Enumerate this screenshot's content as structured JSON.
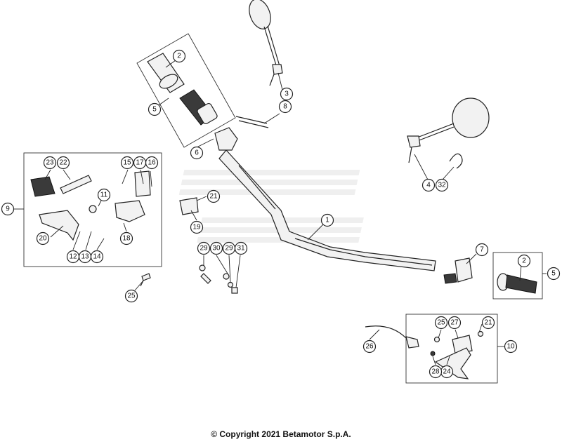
{
  "footer": {
    "copyright": "© Copyright 2021 Betamotor S.p.A."
  },
  "callouts": [
    {
      "id": "c1",
      "label": "1"
    },
    {
      "id": "c2a",
      "label": "2"
    },
    {
      "id": "c2b",
      "label": "2"
    },
    {
      "id": "c3",
      "label": "3"
    },
    {
      "id": "c4",
      "label": "4"
    },
    {
      "id": "c5a",
      "label": "5"
    },
    {
      "id": "c5b",
      "label": "5"
    },
    {
      "id": "c6",
      "label": "6"
    },
    {
      "id": "c7",
      "label": "7"
    },
    {
      "id": "c8",
      "label": "8"
    },
    {
      "id": "c9",
      "label": "9"
    },
    {
      "id": "c10",
      "label": "10"
    },
    {
      "id": "c11",
      "label": "11"
    },
    {
      "id": "c12",
      "label": "12"
    },
    {
      "id": "c13",
      "label": "13"
    },
    {
      "id": "c14",
      "label": "14"
    },
    {
      "id": "c15",
      "label": "15"
    },
    {
      "id": "c16",
      "label": "16"
    },
    {
      "id": "c17",
      "label": "17"
    },
    {
      "id": "c18",
      "label": "18"
    },
    {
      "id": "c19",
      "label": "19"
    },
    {
      "id": "c20",
      "label": "20"
    },
    {
      "id": "c21a",
      "label": "21"
    },
    {
      "id": "c21b",
      "label": "21"
    },
    {
      "id": "c22",
      "label": "22"
    },
    {
      "id": "c23",
      "label": "23"
    },
    {
      "id": "c24",
      "label": "24"
    },
    {
      "id": "c25a",
      "label": "25"
    },
    {
      "id": "c25b",
      "label": "25"
    },
    {
      "id": "c26",
      "label": "26"
    },
    {
      "id": "c27",
      "label": "27"
    },
    {
      "id": "c28",
      "label": "28"
    },
    {
      "id": "c29a",
      "label": "29"
    },
    {
      "id": "c29b",
      "label": "29"
    },
    {
      "id": "c30",
      "label": "30"
    },
    {
      "id": "c31",
      "label": "31"
    },
    {
      "id": "c32",
      "label": "32"
    }
  ]
}
